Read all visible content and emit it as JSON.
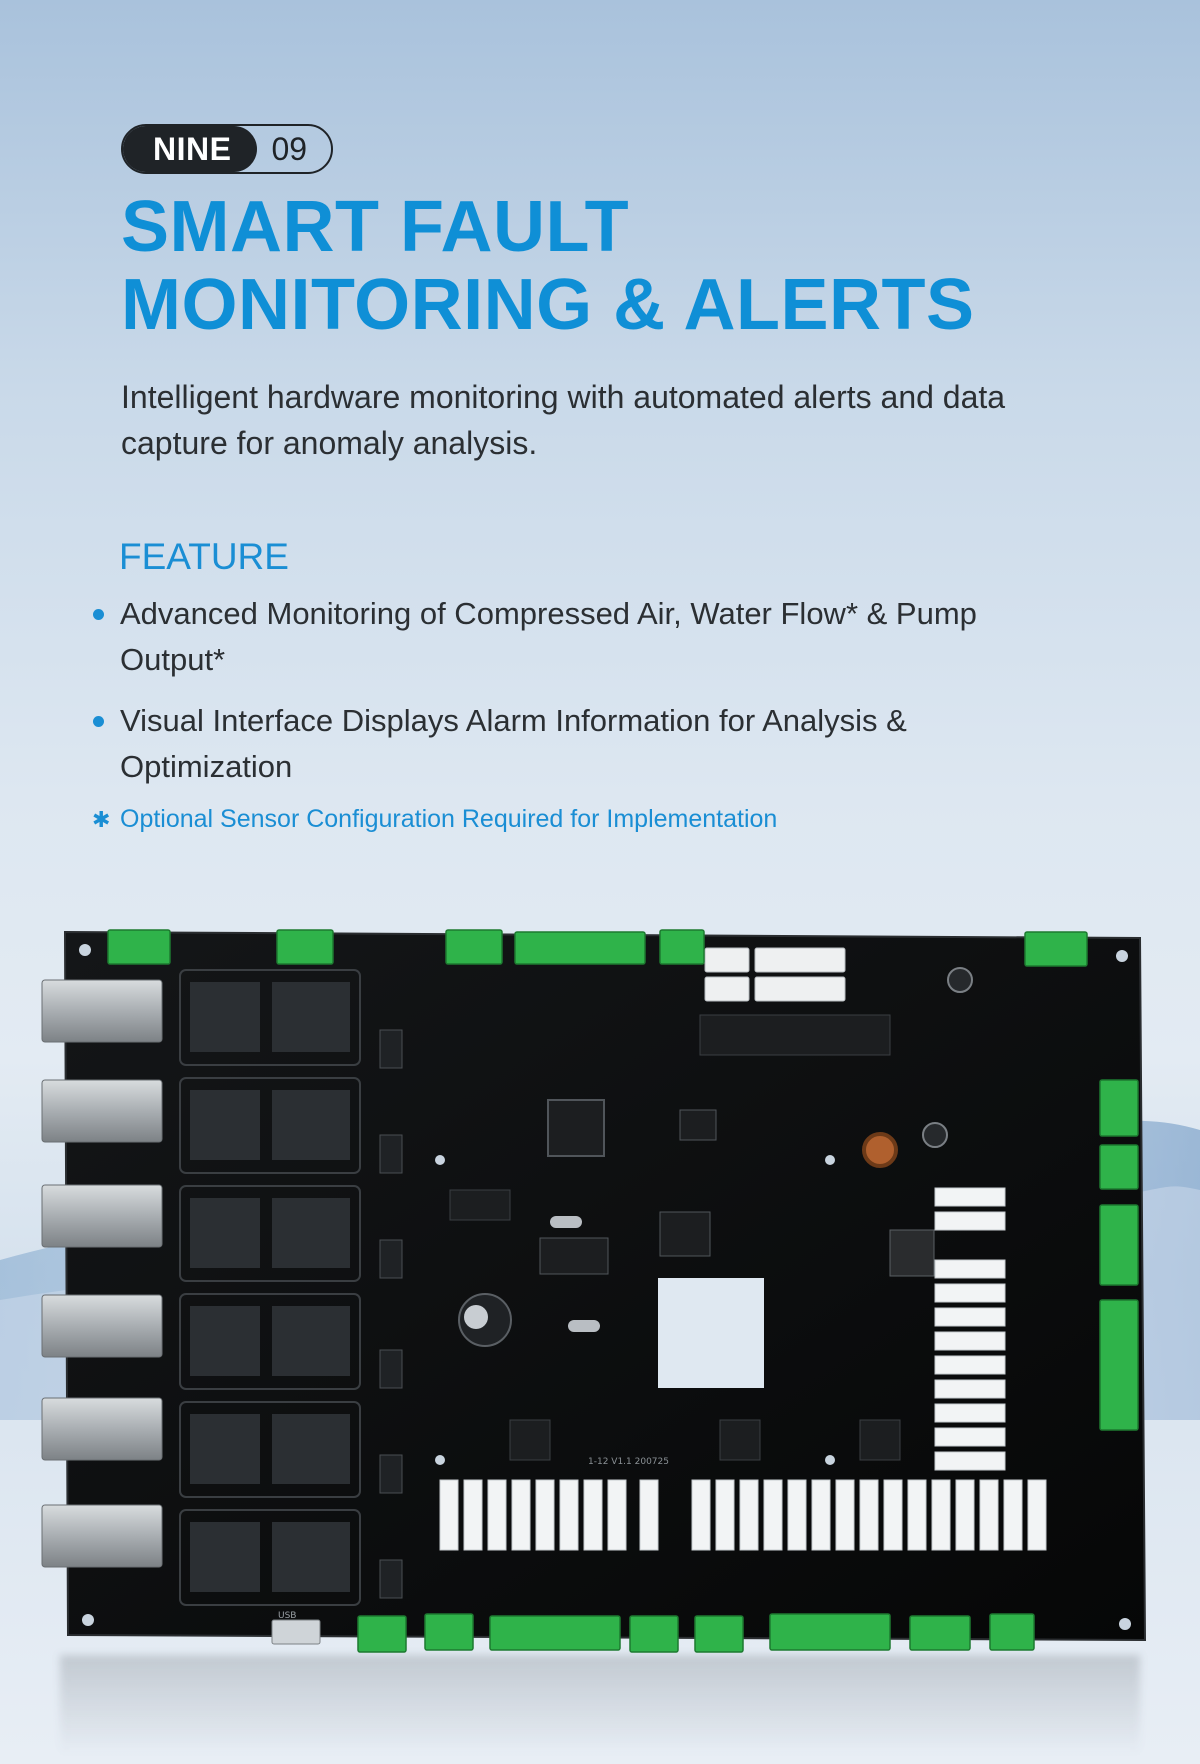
{
  "badge": {
    "word": "NINE",
    "number": "09"
  },
  "title": {
    "line1": "SMART FAULT",
    "line2": "MONITORING & ALERTS"
  },
  "intro": "Intelligent hardware monitoring with automated alerts and data capture for anomaly analysis.",
  "feature_heading": "FEATURE",
  "features": [
    "Advanced Monitoring of Compressed Air, Water Flow* & Pump Output*",
    "Visual Interface Displays Alarm Information for Analysis & Optimization"
  ],
  "note": "Optional Sensor Configuration Required for Implementation",
  "board_text": {
    "usb_label": "USB",
    "version": "1-12 V1.1 200725"
  },
  "colors": {
    "accent_blue": "#0f8fd6",
    "text_dark": "#2b2f33",
    "badge_dark": "#1f2327",
    "pcb_black": "#0b0c0d",
    "terminal_green": "#2fb34a"
  },
  "icons": {
    "bullet": "dot-bullet-icon",
    "note": "asterisk-icon"
  }
}
